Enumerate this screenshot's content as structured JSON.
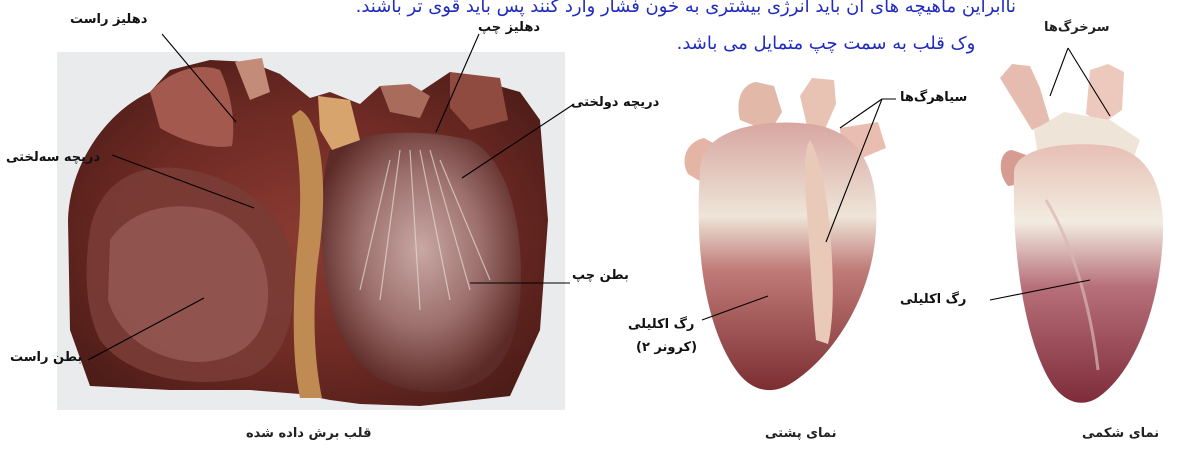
{
  "overlay_text": {
    "line1": "ناابراین ماهیچه های آن باید انرژی بیشتری به خون فشار وارد کنند پس باید قوی تر باشند.",
    "line2": "وک قلب به سمت چپ متمایل می باشد."
  },
  "cut_heart": {
    "labels": {
      "right_atrium": "دهلیز راست",
      "left_atrium": "دهلیز چپ",
      "mitral_valve": "دریچه دولختی",
      "tricuspid_valve": "دریچه سه‌لختی",
      "left_ventricle": "بطن چپ",
      "right_ventricle": "بطن راست"
    },
    "caption": "قلب برش داده شده"
  },
  "posterior_view": {
    "labels": {
      "veins": "سیاهرگ‌ها",
      "coronary_line1": "رگ اکلیلی",
      "coronary_line2": "(کرونر ۲)"
    },
    "caption": "نمای پشتی"
  },
  "anterior_view": {
    "labels": {
      "arteries": "سرخرگ‌ها",
      "coronary": "رگ اکلیلی"
    },
    "caption": "نمای شکمی"
  }
}
